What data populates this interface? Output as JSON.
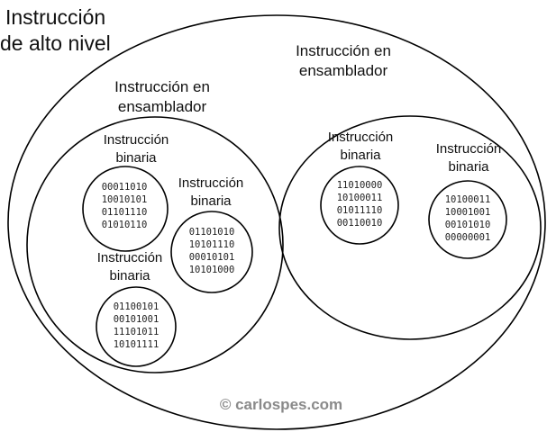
{
  "high_level": {
    "label_line1": "Instrucción",
    "label_line2": "de alto nivel"
  },
  "assembly_left": {
    "label_line1": "Instrucción en",
    "label_line2": "ensamblador",
    "binary_a": {
      "label_line1": "Instrucción",
      "label_line2": "binaria",
      "bits": [
        "00011010",
        "10010101",
        "01101110",
        "01010110"
      ]
    },
    "binary_b": {
      "label_line1": "Instrucción",
      "label_line2": "binaria",
      "bits": [
        "01101010",
        "10101110",
        "00010101",
        "10101000"
      ]
    },
    "binary_c": {
      "label_line1": "Instrucción",
      "label_line2": "binaria",
      "bits": [
        "01100101",
        "00101001",
        "11101011",
        "10101111"
      ]
    }
  },
  "assembly_right": {
    "label_line1": "Instrucción en",
    "label_line2": "ensamblador",
    "binary_a": {
      "label_line1": "Instrucción",
      "label_line2": "binaria",
      "bits": [
        "11010000",
        "10100011",
        "01011110",
        "00110010"
      ]
    },
    "binary_b": {
      "label_line1": "Instrucción",
      "label_line2": "binaria",
      "bits": [
        "10100011",
        "10001001",
        "00101010",
        "00000001"
      ]
    }
  },
  "credit": "© carlospes.com"
}
